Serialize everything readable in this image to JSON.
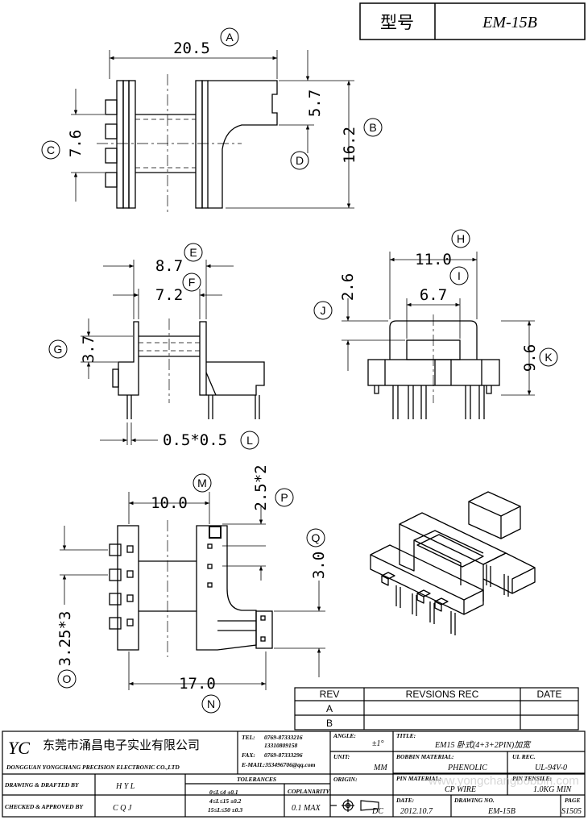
{
  "header": {
    "model_label": "型号",
    "model_value": "EM-15B"
  },
  "dimensions": {
    "top_width": "20.5",
    "top_right_height": "5.7",
    "total_height": "16.2",
    "left_pitch_total": "7.6",
    "side_overall": "8.7",
    "side_inner": "7.2",
    "side_flange": "3.7",
    "pin_size": "0.5*0.5",
    "front_overall": "11.0",
    "front_top": "2.6",
    "front_inner": "6.7",
    "front_height": "9.6",
    "bottom_left_w": "10.0",
    "bottom_right_pitch": "2.5*2",
    "bottom_q": "3.0",
    "bottom_left_pitch": "3.25*3",
    "bottom_total": "17.0"
  },
  "bubbles": [
    "A",
    "B",
    "C",
    "D",
    "E",
    "F",
    "G",
    "H",
    "I",
    "J",
    "K",
    "L",
    "M",
    "N",
    "O",
    "P",
    "Q"
  ],
  "revision_table": {
    "headers": [
      "REV",
      "REVSIONS REC",
      "DATE"
    ],
    "rows": [
      "A",
      "B"
    ]
  },
  "title_block": {
    "company_logo": "YC",
    "company_cn": "东莞市涌昌电子实业有限公司",
    "company_en": "DONGGUAN YONGCHANG PRECISION ELECTRONIC CO.,LTD",
    "tel_label": "TEL:",
    "tel_1": "0769-87333216",
    "tel_2": "13310809158",
    "fax_label": "FAX:",
    "fax": "0769-87333296",
    "email": "E-MAIL:353496706@qq.com",
    "angle_label": "ANGLE:",
    "angle_value": "±1°",
    "unit_label": "UNIT:",
    "unit_value": "MM",
    "origin_label": "ORIGIN:",
    "origin_value": "DC",
    "title_label": "TITLE:",
    "title_value": "EM15 卧式(4+3+2PIN)加宽",
    "bobbin_label": "BOBBIN MATERIAL:",
    "bobbin_value": "PHENOLIC",
    "ul_label": "UL REC.",
    "ul_value": "UL-94V-0",
    "pin_label": "PIN MATERIAL:",
    "pin_value": "CP WIRE",
    "pin_tensile_label": "PIN TENSILE:",
    "pin_tensile_value": "1.0KG MIN",
    "date_label": "DATE:",
    "date_value": "2012.10.7",
    "drawing_no_label": "DRAWING NO.",
    "drawing_no_value": "EM-15B",
    "page_label": "PAGE",
    "page_value": "S1505",
    "drawn_label": "DRAWING & DRAFTED BY",
    "drawn_value": "H Y L",
    "checked_label": "CHECKED & APPROVED BY",
    "checked_value": "C Q J",
    "tolerances_label": "TOLERANCES",
    "tol_1": "0≤L≤4   ±0.1",
    "tol_2": "4≤L≤15  ±0.2",
    "tol_3": "15≤L≤50  ±0.3",
    "coplanarity_label": "COPLANARITY",
    "coplanarity_value": "0.1 MAX"
  },
  "watermark": "www.yongchangbobbin.com"
}
